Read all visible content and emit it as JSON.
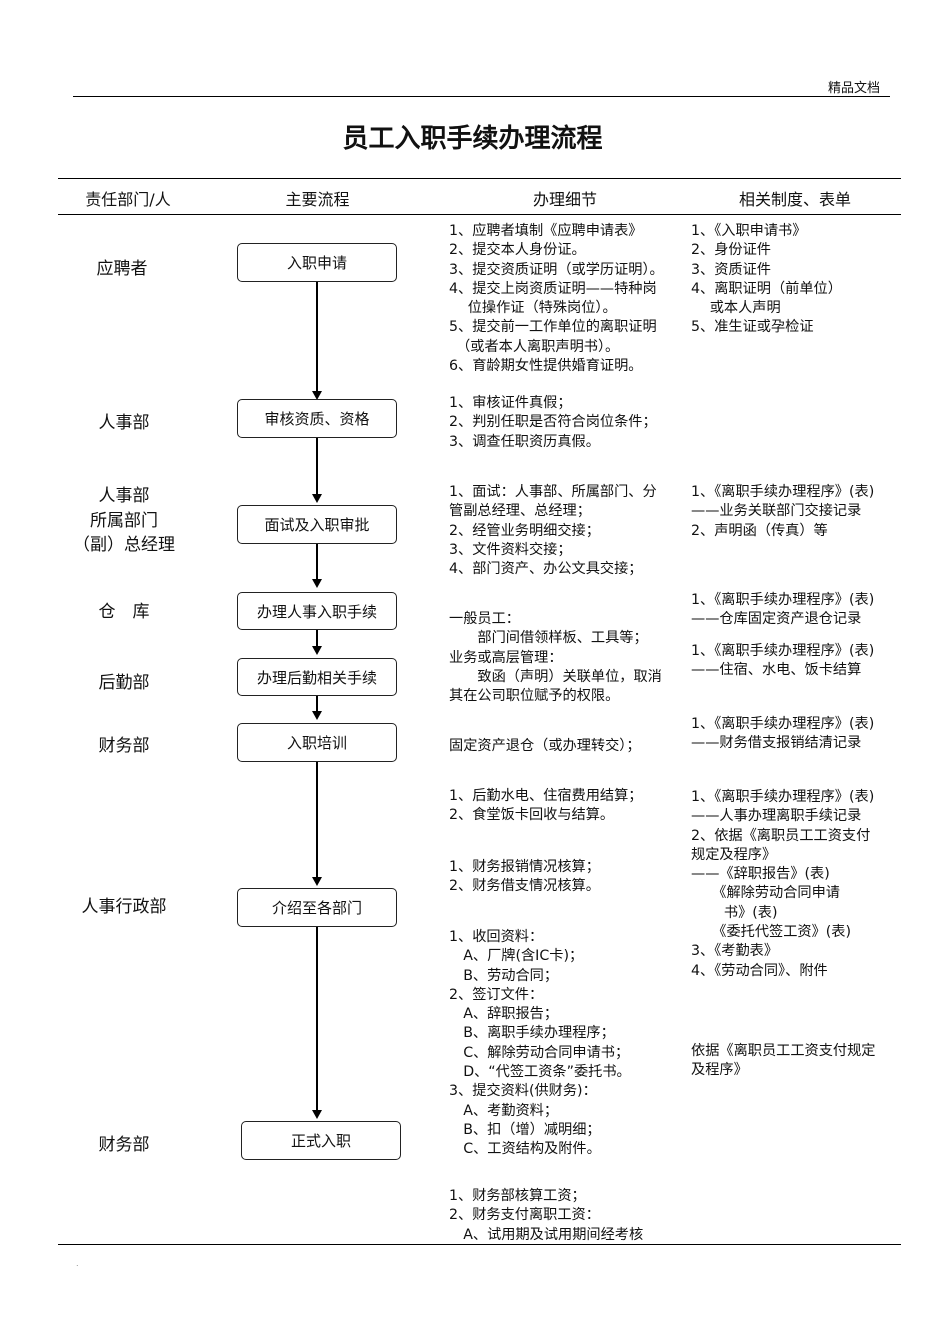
{
  "header": {
    "doc_tag": "精品文档"
  },
  "title": "员工入职手续办理流程",
  "columns": {
    "dept": "责任部门/人",
    "flow": "主要流程",
    "details": "办理细节",
    "forms": "相关制度、表单"
  },
  "departments": [
    [
      "应聘者"
    ],
    [
      "人事部"
    ],
    [
      "人事部",
      "所属部门",
      "（副）总经理"
    ],
    [
      "仓　库"
    ],
    [
      "后勤部"
    ],
    [
      "财务部"
    ],
    [
      "人事行政部"
    ],
    [
      "财务部"
    ]
  ],
  "steps": [
    "入职申请",
    "审核资质、资格",
    "面试及入职审批",
    "办理人事入职手续",
    "办理后勤相关手续",
    "入职培训",
    "介绍至各部门",
    "正式入职"
  ],
  "details": [
    [
      "1、应聘者填制《应聘申请表》",
      "2、提交本人身份证。",
      "3、提交资质证明（或学历证明）。",
      "4、提交上岗资质证明——特种岗",
      "　 位操作证（特殊岗位）。",
      "5、提交前一工作单位的离职证明",
      "　（或者本人离职声明书）。",
      "6、育龄期女性提供婚育证明。"
    ],
    [
      "1、审核证件真假；",
      "2、判别任职是否符合岗位条件；",
      "3、调查任职资历真假。"
    ],
    [
      "1、面试：人事部、所属部门、分",
      "管副总经理、总经理；",
      "2、经管业务明细交接；",
      "3、文件资料交接；",
      "4、部门资产、办公文具交接；"
    ],
    [
      "一般员工：",
      "　　部门间借领样板、工具等；",
      "业务或高层管理：",
      "　　致函（声明）关联单位，取消",
      "其在公司职位赋予的权限。"
    ],
    [
      "固定资产退仓（或办理转交）；"
    ],
    [
      "1、后勤水电、住宿费用结算；",
      "2、食堂饭卡回收与结算。"
    ],
    [
      "1、财务报销情况核算；",
      "2、财务借支情况核算。"
    ],
    [
      "1、收回资料：",
      "　A、厂牌(含IC卡)；",
      "　B、劳动合同；",
      "2、签订文件：",
      "　A、辞职报告；",
      "　B、离职手续办理程序；",
      "　C、解除劳动合同申请书；",
      "　D、“代签工资条”委托书。",
      "3、提交资料(供财务)：",
      "　A、考勤资料；",
      "　B、扣（增）减明细；",
      "　C、工资结构及附件。"
    ],
    [
      "1、财务部核算工资；",
      "2、财务支付离职工资：",
      "　A、试用期及试用期间经考核"
    ]
  ],
  "forms": [
    [
      "1、《入职申请书》",
      "2、身份证件",
      "3、资质证件",
      "4、离职证明（前单位）",
      "　 或本人声明",
      "5、准生证或孕检证"
    ],
    [
      "1、《离职手续办理程序》(表)",
      "——业务关联部门交接记录",
      "2、声明函（传真）等"
    ],
    [
      "1、《离职手续办理程序》(表)",
      "——仓库固定资产退仓记录"
    ],
    [
      "1、《离职手续办理程序》(表)",
      "——住宿、水电、饭卡结算"
    ],
    [
      "1、《离职手续办理程序》(表)",
      "——财务借支报销结清记录"
    ],
    [
      "1、《离职手续办理程序》(表)",
      "——人事办理离职手续记录",
      "2、依据《离职员工工资支付",
      "规定及程序》",
      "——《辞职报告》(表)",
      "　　《解除劳动合同申请",
      "　　 书》(表)",
      "　　《委托代签工资》(表)",
      "3、《考勤表》",
      "4、《劳动合同》、附件"
    ],
    [
      "依据《离职员工工资支付规定",
      "及程序》"
    ]
  ],
  "footer": {
    "mark": "."
  }
}
